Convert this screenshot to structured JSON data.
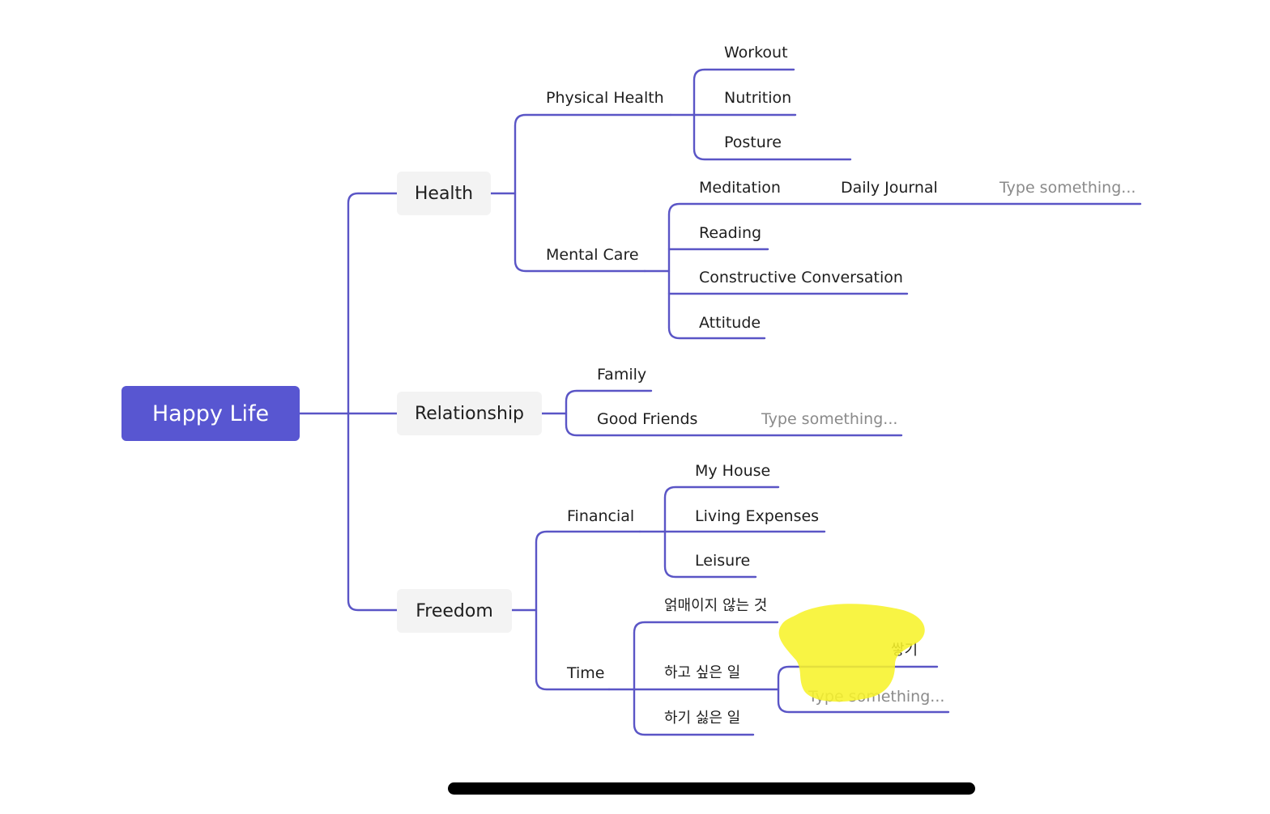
{
  "mindmap": {
    "root": "Happy Life",
    "health": {
      "label": "Health",
      "physical": {
        "label": "Physical Health",
        "items": [
          "Workout",
          "Nutrition",
          "Posture"
        ]
      },
      "mental": {
        "label": "Mental Care",
        "meditation": "Meditation",
        "daily_journal": "Daily Journal",
        "journal_placeholder": "Type something...",
        "reading": "Reading",
        "conversation": "Constructive Conversation",
        "attitude": "Attitude"
      }
    },
    "relationship": {
      "label": "Relationship",
      "family": "Family",
      "good_friends": "Good Friends",
      "friends_placeholder": "Type something..."
    },
    "freedom": {
      "label": "Freedom",
      "financial": {
        "label": "Financial",
        "items": [
          "My House",
          "Living Expenses",
          "Leisure"
        ]
      },
      "time": {
        "label": "Time",
        "not_bound": "얽매이지 않는 것",
        "want_to_do": "하고 싶은 일",
        "want_child": "쌓기",
        "want_placeholder": "Type something...",
        "dont_want": "하기 싫은 일"
      }
    }
  },
  "colors": {
    "line": "#5a55c6",
    "root_fill": "#5856d1",
    "topic_fill": "#f3f3f3",
    "placeholder_text": "#8a8a8a",
    "highlight": "#f7f22a"
  }
}
